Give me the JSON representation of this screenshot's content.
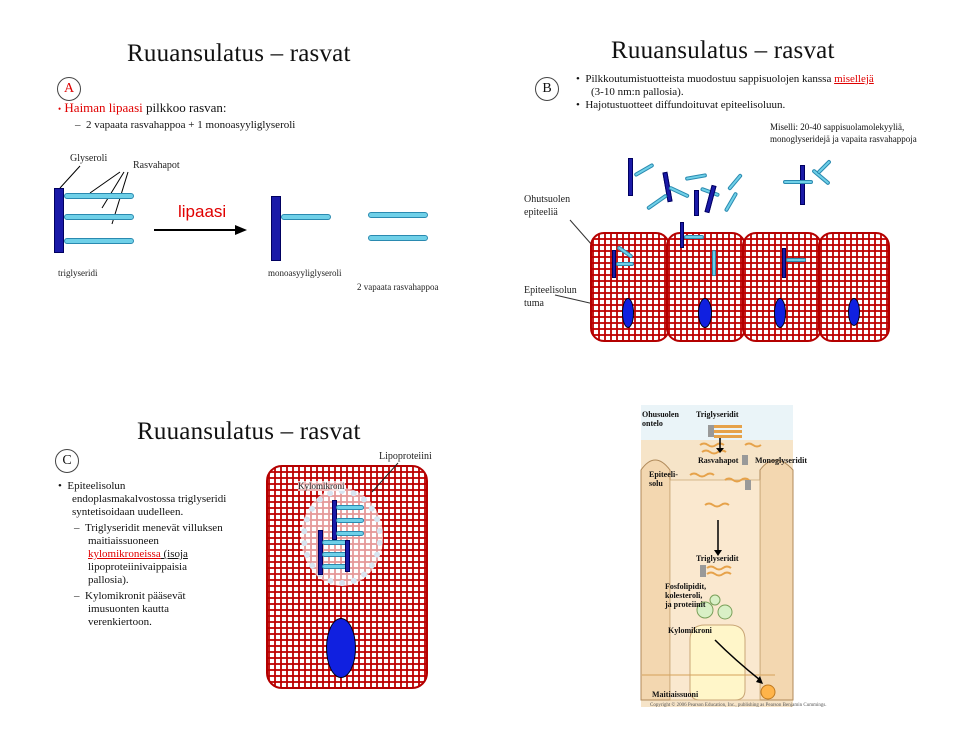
{
  "slideA": {
    "letter": "A",
    "title": "Ruuansulatus – rasvat",
    "bullet1_red": "Haiman lipaasi",
    "bullet1_rest": " pilkkoo rasvan:",
    "sub1": "2 vapaata rasvahappoa + 1 monoasyyliglyseroli",
    "label_glyseroli": "Glyseroli",
    "label_rasvahapot": "Rasvahapot",
    "label_lipaasi": "lipaasi",
    "label_triglyseridi": "triglyseridi",
    "label_mono": "monoasyyliglyseroli",
    "label_fa": "2 vapaata rasvahappoa"
  },
  "slideB": {
    "letter": "B",
    "title": "Ruuansulatus – rasvat",
    "bullet1a": "Pilkkoutumistuotteista muodostuu sappisuolojen kanssa ",
    "bullet1_red": "misellejä",
    "bullet1b": "(3-10 nm:n pallosia).",
    "bullet2": "Hajotustuotteet diffundoituvat epiteelisoluun.",
    "miselli_note1": "Miselli: 20-40 sappisuolamolekyyliä,",
    "miselli_note2": "monoglyseridejä ja vapaita rasvahappoja",
    "label_ohutsuolen1": "Ohutsuolen",
    "label_ohutsuolen2": "epiteeliä",
    "label_tuma1": "Epiteelisolun",
    "label_tuma2": "tuma"
  },
  "slideC": {
    "letter": "C",
    "title": "Ruuansulatus – rasvat",
    "bullet1a": "Epiteelisolun",
    "bullet1b": "endoplasmakalvostossa triglyseridi",
    "bullet1c": "syntetisoidaan uudelleen.",
    "sub1a": "Triglyseridit menevät villuksen",
    "sub1b": "maitiaissuoneen",
    "sub1_red": "kylomikroneissa",
    "sub1c": " (isoja",
    "sub1d": "lipoproteiinivaippaisia",
    "sub1e": "pallosia).",
    "sub2a": "Kylomikronit pääsevät",
    "sub2b": "imusuonten kautta",
    "sub2c": "verenkiertoon.",
    "label_lipoproteiini": "Lipoproteiini",
    "label_kylomikroni": "Kylomikroni"
  },
  "slideD": {
    "ohusuolen": "Ohusuolen",
    "ontelo": "ontelo",
    "triglyseridit_top": "Triglyseridit",
    "rasvahapot": "Rasvahapot",
    "monoglyseridit": "Monoglyseridit",
    "epiteeli1": "Epiteeli-",
    "epiteeli2": "solu",
    "triglyseridit_mid": "Triglyseridit",
    "fosfo1": "Fosfolipidit,",
    "fosfo2": "kolesteroli,",
    "fosfo3": "ja proteiinit",
    "kylomikroni": "Kylomikroni",
    "maitiaissuoni": "Maitiaissuoni",
    "copyright": "Copyright © 2006 Pearson Education, Inc., publishing as Pearson Benjamin Cummings."
  }
}
